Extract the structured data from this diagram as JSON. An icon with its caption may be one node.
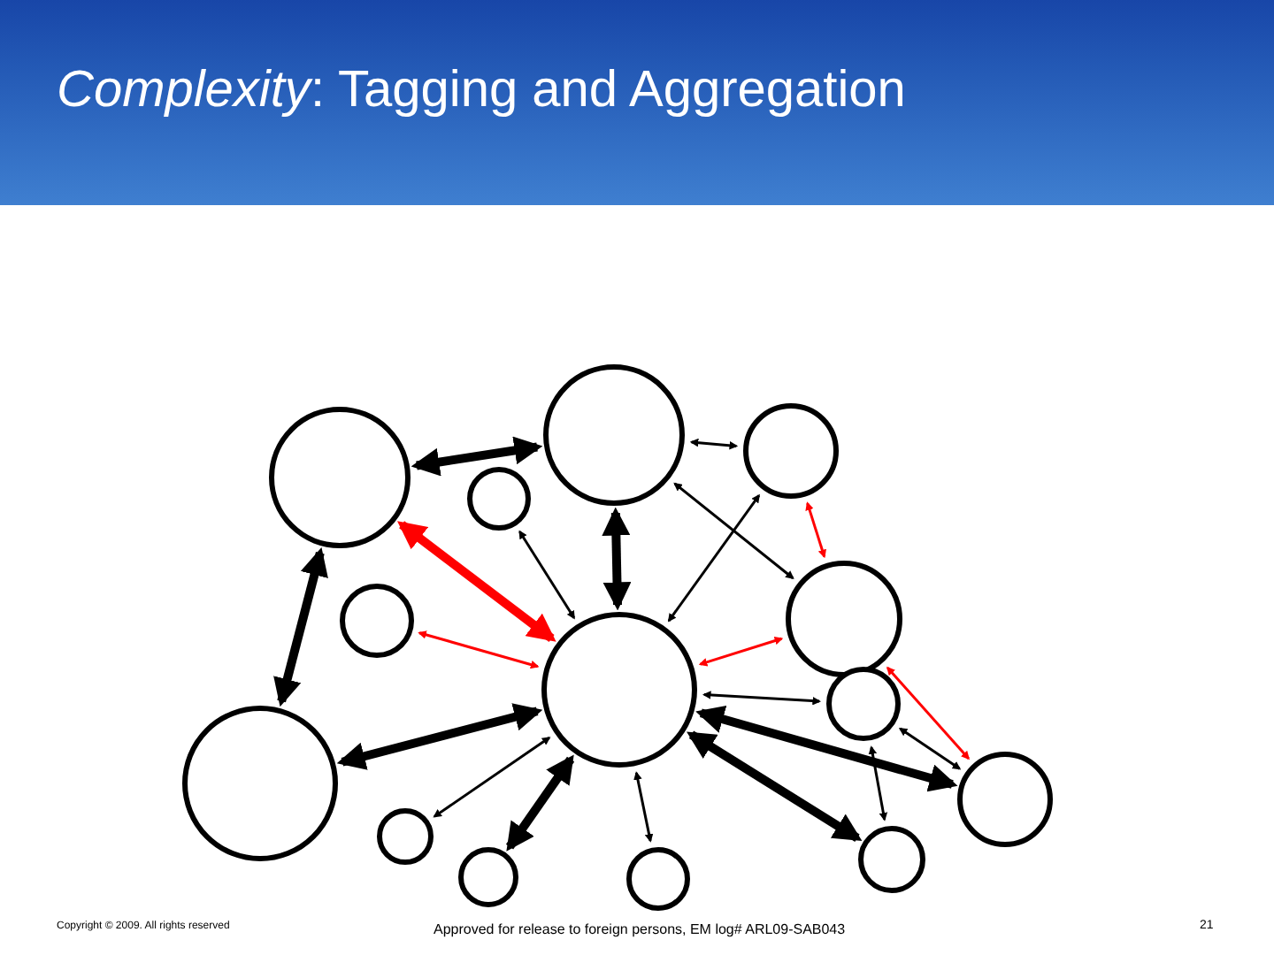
{
  "diagram": {
    "title": "*Complexity*: Tagging and Aggregation",
    "nodes": [
      {
        "text": [],
        "shape": "circle"
      },
      {
        "text": [],
        "shape": "circle"
      },
      {
        "text": [],
        "shape": "circle"
      },
      {
        "text": [],
        "shape": "circle"
      },
      {
        "text": [],
        "shape": "circle"
      },
      {
        "text": [],
        "shape": "circle"
      },
      {
        "text": [],
        "shape": "circle"
      },
      {
        "text": [],
        "shape": "circle"
      },
      {
        "text": [],
        "shape": "circle"
      },
      {
        "text": [],
        "shape": "circle"
      },
      {
        "text": [],
        "shape": "circle"
      },
      {
        "text": [],
        "shape": "circle"
      },
      {
        "text": [],
        "shape": "circle"
      },
      {
        "text": [],
        "shape": "circle"
      }
    ],
    "edges": [
      {
        "from": 0,
        "to": 1,
        "arrow": "both",
        "style": "thick"
      },
      {
        "from": 1,
        "to": 2,
        "arrow": "both"
      },
      {
        "from": 0,
        "to": 6,
        "arrow": "both",
        "style": "thick",
        "color": "#ff0000"
      },
      {
        "from": 3,
        "to": 6,
        "arrow": "both"
      },
      {
        "from": 1,
        "to": 6,
        "arrow": "both",
        "style": "thick"
      },
      {
        "from": 1,
        "to": 5,
        "arrow": "both"
      },
      {
        "from": 6,
        "to": 2,
        "arrow": "both"
      },
      {
        "from": 2,
        "to": 5,
        "arrow": "both",
        "color": "#ff0000"
      },
      {
        "from": 4,
        "to": 6,
        "arrow": "both",
        "color": "#ff0000"
      },
      {
        "from": 0,
        "to": 8,
        "arrow": "both",
        "style": "thick"
      },
      {
        "from": 6,
        "to": 5,
        "arrow": "both",
        "color": "#ff0000"
      },
      {
        "from": 9,
        "to": 5,
        "arrow": "both",
        "color": "#ff0000"
      },
      {
        "from": 6,
        "to": 7,
        "arrow": "both"
      },
      {
        "from": 7,
        "to": 9,
        "arrow": "both"
      },
      {
        "from": 7,
        "to": 13,
        "arrow": "both"
      },
      {
        "from": 8,
        "to": 6,
        "arrow": "both",
        "style": "thick"
      },
      {
        "from": 10,
        "to": 6,
        "arrow": "both"
      },
      {
        "from": 11,
        "to": 6,
        "arrow": "both",
        "style": "thick"
      },
      {
        "from": 6,
        "to": 12,
        "arrow": "both"
      },
      {
        "from": 6,
        "to": 13,
        "arrow": "both",
        "style": "thick"
      },
      {
        "from": 6,
        "to": 9,
        "arrow": "both",
        "style": "thick"
      }
    ],
    "labels": [
      "Copyright © 2009. All rights reserved",
      "Approved for release to foreign persons, EM log# ARL09-SAB043",
      "21"
    ]
  }
}
